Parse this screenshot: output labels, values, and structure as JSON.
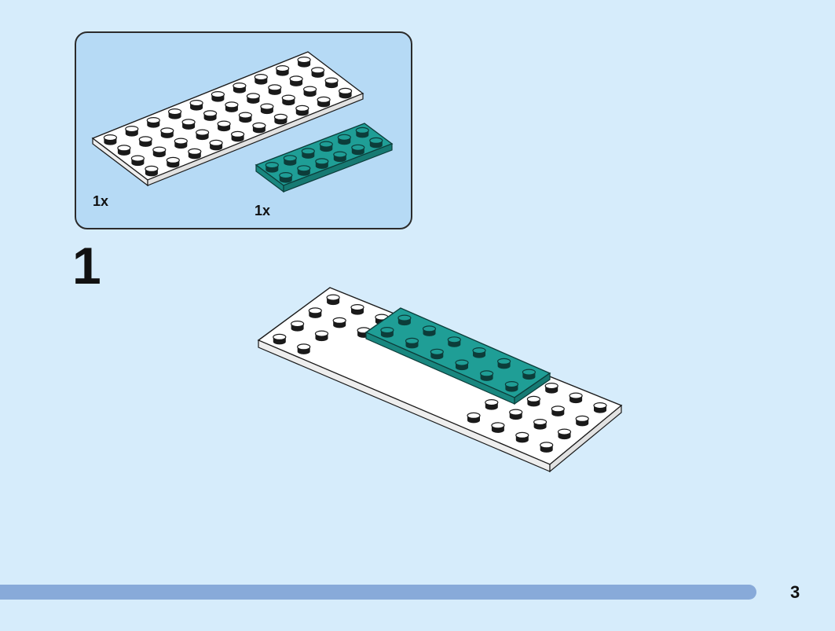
{
  "parts": [
    {
      "quantity_label": "1x",
      "color": "#ffffff"
    },
    {
      "quantity_label": "1x",
      "color": "#1f9e96"
    }
  ],
  "step": {
    "number": "1"
  },
  "page": {
    "number": "3"
  },
  "colors": {
    "background": "#d6ecfb",
    "parts_panel": "#b6daf5",
    "progress_bar": "#88aad9",
    "white_plate": "#ffffff",
    "teal_plate": "#1f9e96"
  }
}
